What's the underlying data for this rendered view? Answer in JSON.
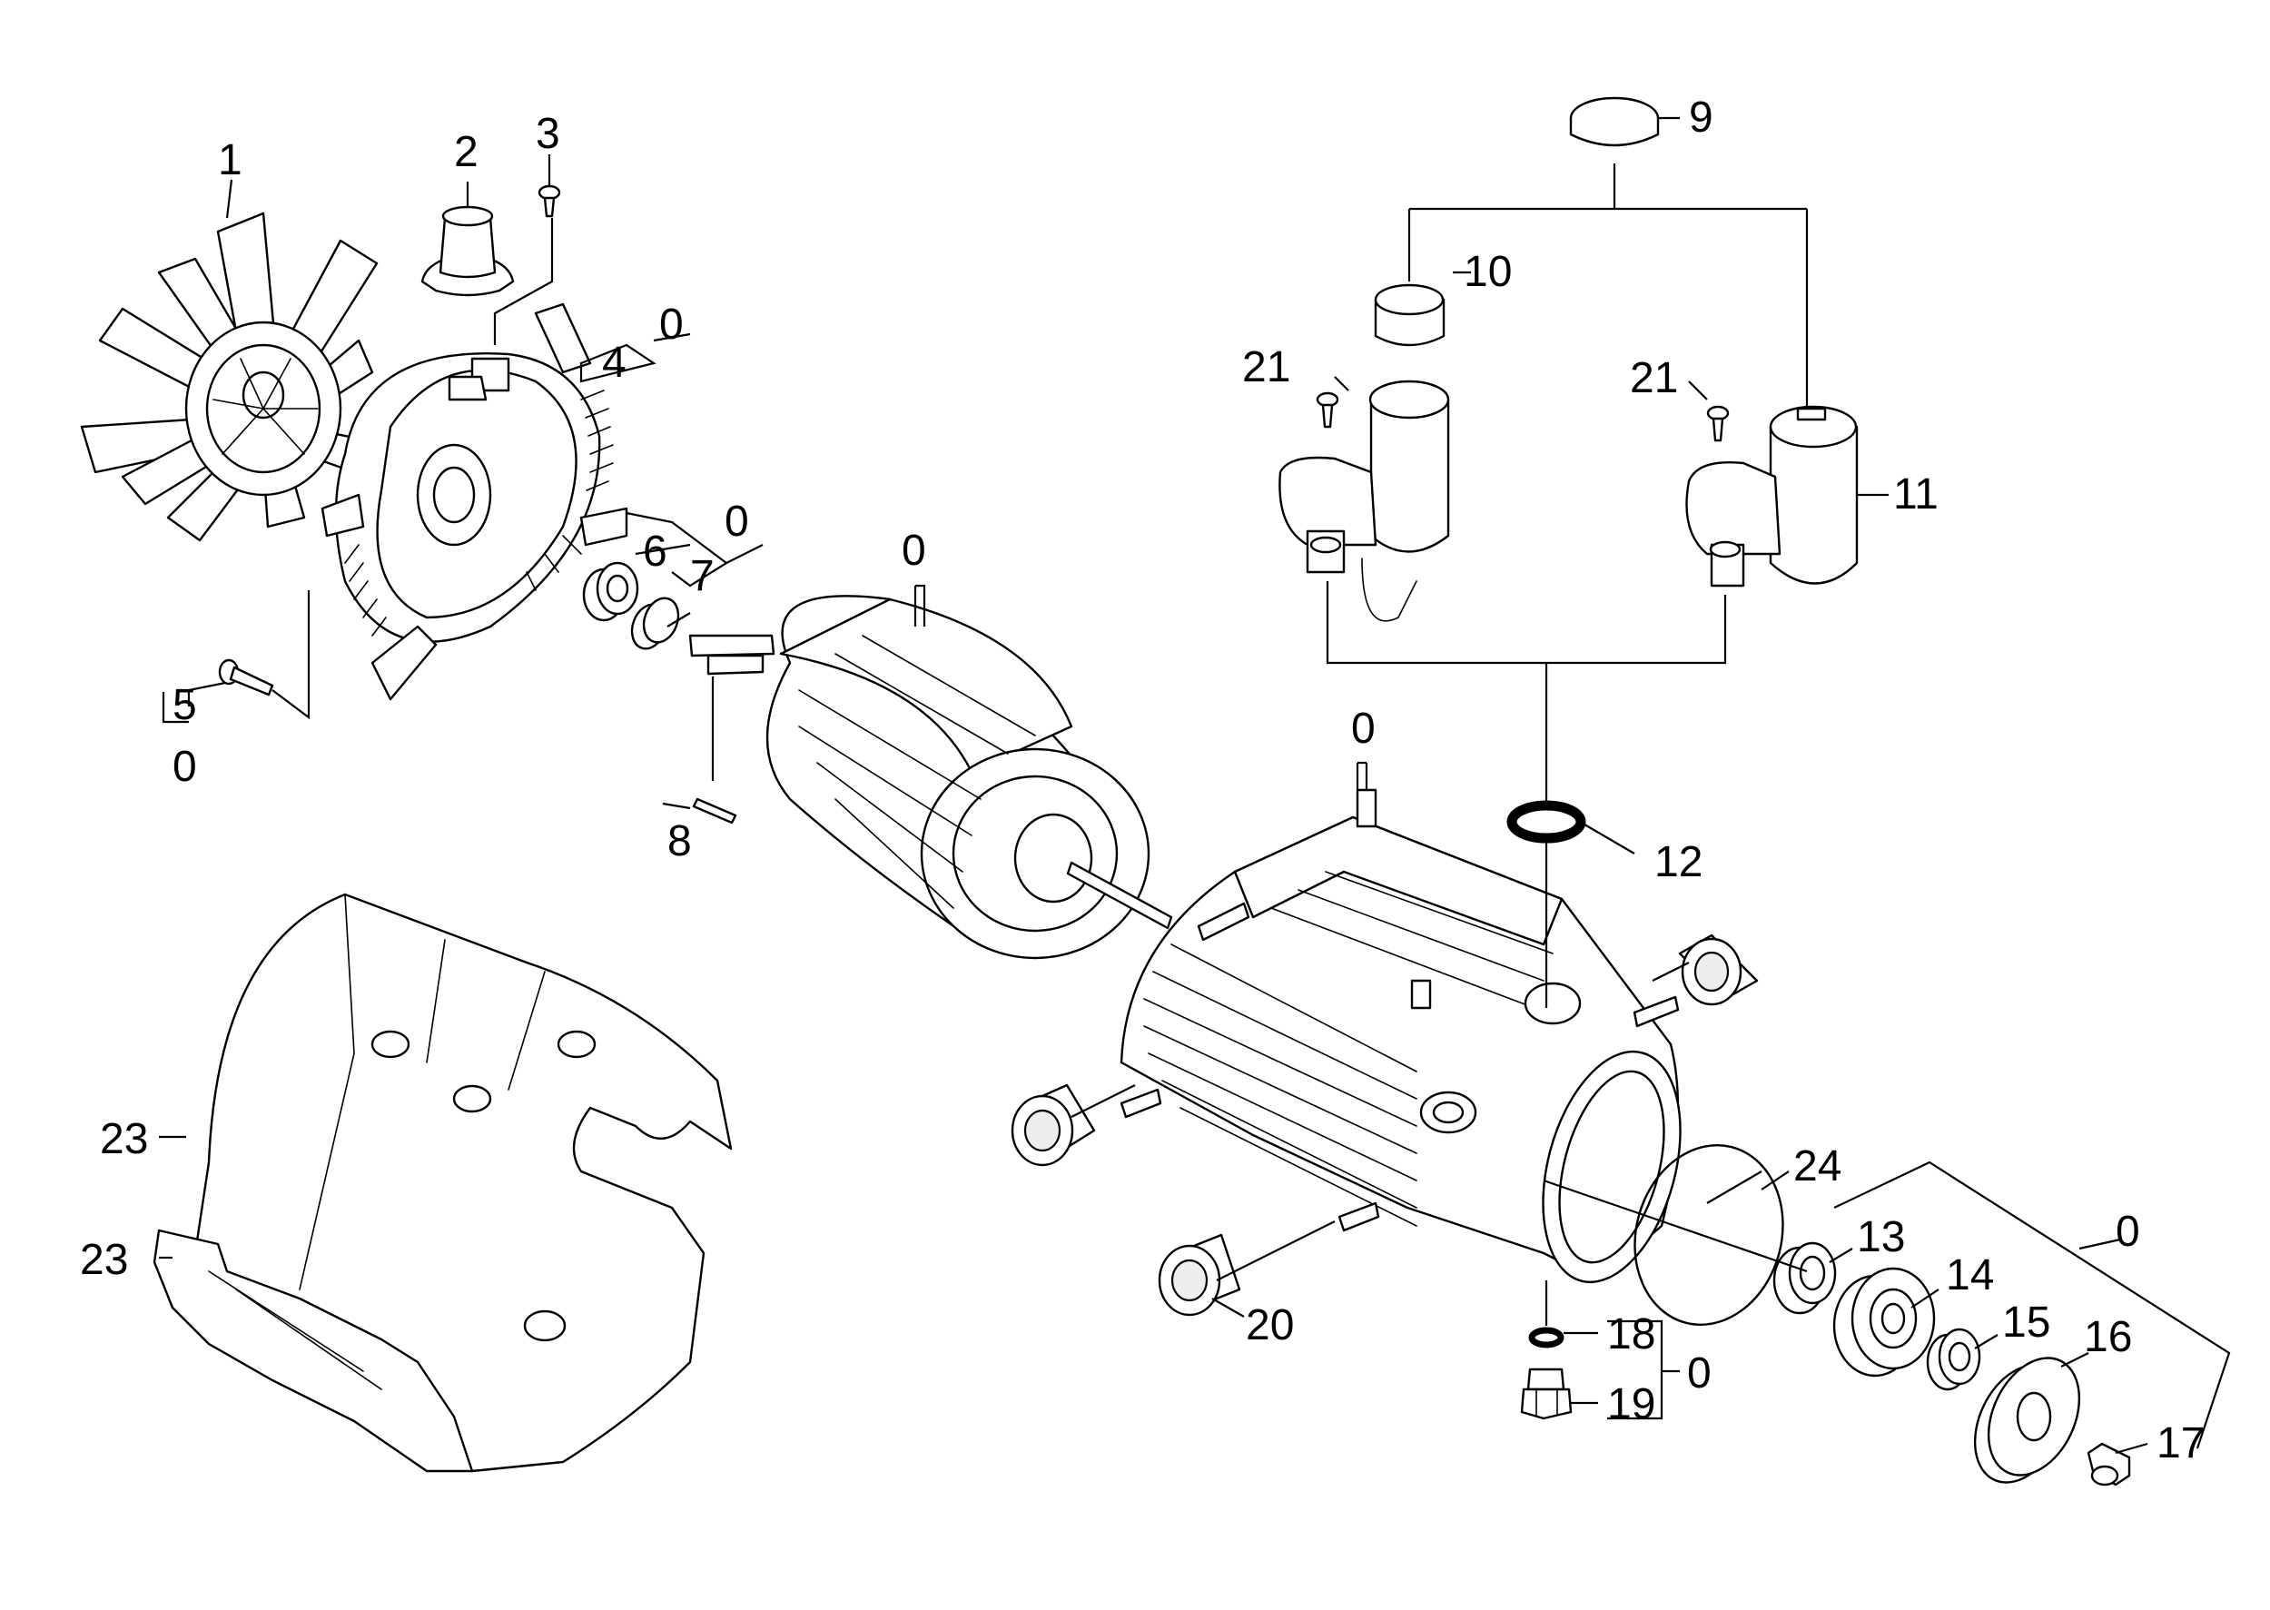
{
  "diagram": {
    "labels": {
      "p1": "1",
      "p2": "2",
      "p3": "3",
      "p4": "4",
      "p5": "5",
      "p6": "6",
      "p7": "7",
      "p8": "8",
      "p9": "9",
      "p10": "10",
      "p11": "11",
      "p12": "12",
      "p13": "13",
      "p14": "14",
      "p15": "15",
      "p16": "16",
      "p17": "17",
      "p18": "18",
      "p19": "19",
      "p20": "20",
      "p21a": "21",
      "p21b": "21",
      "p23a": "23",
      "p23b": "23",
      "p24": "24",
      "g4": "0",
      "g6": "0",
      "g5": "0",
      "gmotor": "0",
      "ghousing": "0",
      "gbearing": "0",
      "g18": "0"
    }
  }
}
